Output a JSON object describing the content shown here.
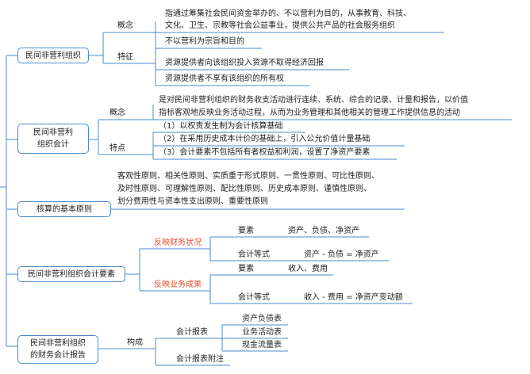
{
  "colors": {
    "line": "#4a8ad0",
    "accent": "#e64b2a"
  },
  "s1": {
    "title": "民间非营利组织",
    "concept_label": "概念",
    "concept_line1": "指通过筹集社会民间资金举办的、不以营利为目的，从事教育、科技、",
    "concept_line2": "文化、卫生、宗教等社会公益事业，提供公共产品的社会服务组织",
    "feature_label": "特征",
    "features": [
      "不以营利为宗旨和目的",
      "资源提供者向该组织投入资源不取得经济回报",
      "资源提供者不享有该组织的所有权"
    ]
  },
  "s2": {
    "title_line1": "民间非营利",
    "title_line2": "组织会计",
    "concept_label": "概念",
    "concept_line1": "是对民间非营利组织的财务收支活动进行连续、系统、综合的记录、计量和报告，以价值",
    "concept_line2": "指标客观地反映业务活动过程，从而为业务管理和其他相关的管理工作提供信息的活动",
    "feature_label": "特点",
    "features": [
      "（1）以权责发生制为会计核算基础",
      "（2）在采用历史成本计价的基础上，引入公允价值计量基础",
      "（3）会计要素不包括所有者权益和利润，设置了净资产要素"
    ]
  },
  "s3": {
    "title": "核算的基本原则",
    "line1": "客观性原则、相关性原则、实质重于形式原则、一贯性原则、可比性原则、",
    "line2": "及时性原则、可理解性原则、配比性原则、历史成本原则、谨慎性原则、",
    "line3": "划分费用性与资本性支出原则、重要性原则"
  },
  "s4": {
    "title": "民间非营利组织会计要素",
    "branch1": "反映财务状况",
    "b1_elem_label": "要素",
    "b1_elem_value": "资产、负债、净资产",
    "b1_eq_label": "会计等式",
    "b1_eq_value": "资产 - 负债 = 净资产",
    "branch2": "反映业务成果",
    "b2_elem_label": "要素",
    "b2_elem_value": "收入、费用",
    "b2_eq_label": "会计等式",
    "b2_eq_value": "收入 - 费用 = 净资产变动额"
  },
  "s5": {
    "title_line1": "民间非营利组织",
    "title_line2": "的财务会计报告",
    "compose_label": "构成",
    "report_label": "会计报表",
    "reports": [
      "资产负债表",
      "业务活动表",
      "现金流量表"
    ],
    "notes_label": "会计报表附注"
  }
}
